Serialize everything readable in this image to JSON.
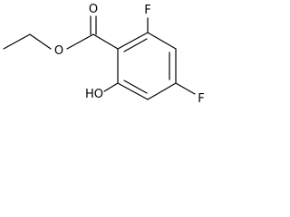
{
  "labels": {
    "carbonyl_oxygen": "O",
    "ester_oxygen": "O",
    "fluorine_top": "F",
    "fluorine_bottom": "F",
    "hydroxyl": "HO"
  }
}
